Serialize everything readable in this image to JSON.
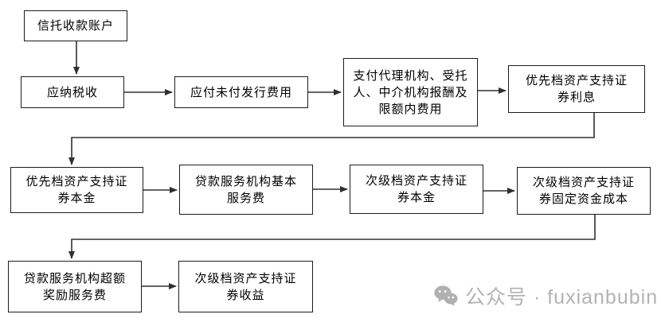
{
  "flowchart": {
    "nodes": [
      {
        "id": "trust-collection-account",
        "label": "信托收款账户"
      },
      {
        "id": "taxes-payable",
        "label": "应纳税收"
      },
      {
        "id": "unpaid-issuance-fees",
        "label": "应付未付发行费用"
      },
      {
        "id": "agency-intermediary-fees",
        "label": "支付代理机构、受托\n人、中介机构报酬及\n限额内费用"
      },
      {
        "id": "senior-tranche-interest",
        "label": "优先档资产支持证\n券利息"
      },
      {
        "id": "senior-tranche-principal",
        "label": "优先档资产支持证\n券本金"
      },
      {
        "id": "servicer-base-fee",
        "label": "贷款服务机构基本\n服务费"
      },
      {
        "id": "subordinate-tranche-principal",
        "label": "次级档资产支持证\n券本金"
      },
      {
        "id": "subordinate-fixed-cost",
        "label": "次级档资产支持证\n券固定资金成本"
      },
      {
        "id": "servicer-excess-incentive-fee",
        "label": "贷款服务机构超额\n奖励服务费"
      },
      {
        "id": "subordinate-residual-income",
        "label": "次级档资产支持证\n券收益"
      }
    ],
    "colors": {
      "box_border": "#1c1c1c",
      "line": "#303030",
      "text": "#000000"
    }
  },
  "footer": {
    "icon": "wechat-icon",
    "label": "公众号 · fuxianbubin",
    "color": "#b3b3b3"
  }
}
